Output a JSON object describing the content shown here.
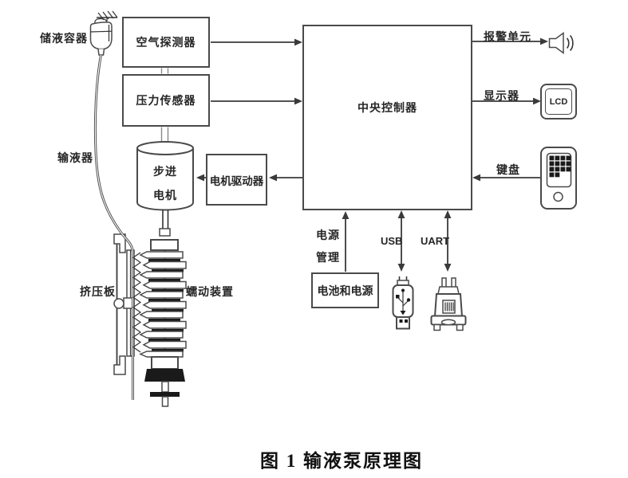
{
  "figure": {
    "caption": "图 1 输液泵原理图"
  },
  "blocks": {
    "air_detector": "空气探测器",
    "pressure_sensor": "压力传感器",
    "central_controller": "中央控制器",
    "motor_driver": "电机驱动器",
    "battery_power": "电池和电源",
    "stepper_motor_line1": "步进",
    "stepper_motor_line2": "电机"
  },
  "labels": {
    "reservoir": "储液容器",
    "infusion_set": "输液器",
    "squeeze_plate": "挤压板",
    "peristaltic_device": "蠕动装置",
    "alarm_unit": "报警单元",
    "display": "显示器",
    "keypad": "键盘",
    "power_mgmt_line1": "电源",
    "power_mgmt_line2": "管理",
    "usb": "USB",
    "uart": "UART",
    "lcd": "LCD"
  },
  "icons": {
    "alarm_output": "speaker-icon",
    "display_output": "lcd-screen",
    "keypad_input": "keypad-phone-icon",
    "usb_port": "usb-connector-icon",
    "uart_port": "db9-serial-connector-icon",
    "liquid_container": "iv-bag-icon",
    "motor": "stepper-motor-cylinder",
    "pump": "peristaltic-mechanism"
  },
  "colors": {
    "line": "#3a3a3a",
    "border": "#4a4a4a",
    "text": "#262626",
    "fill": "#1a1a1a",
    "bg": "#ffffff",
    "tube": "#8a8a8a"
  }
}
